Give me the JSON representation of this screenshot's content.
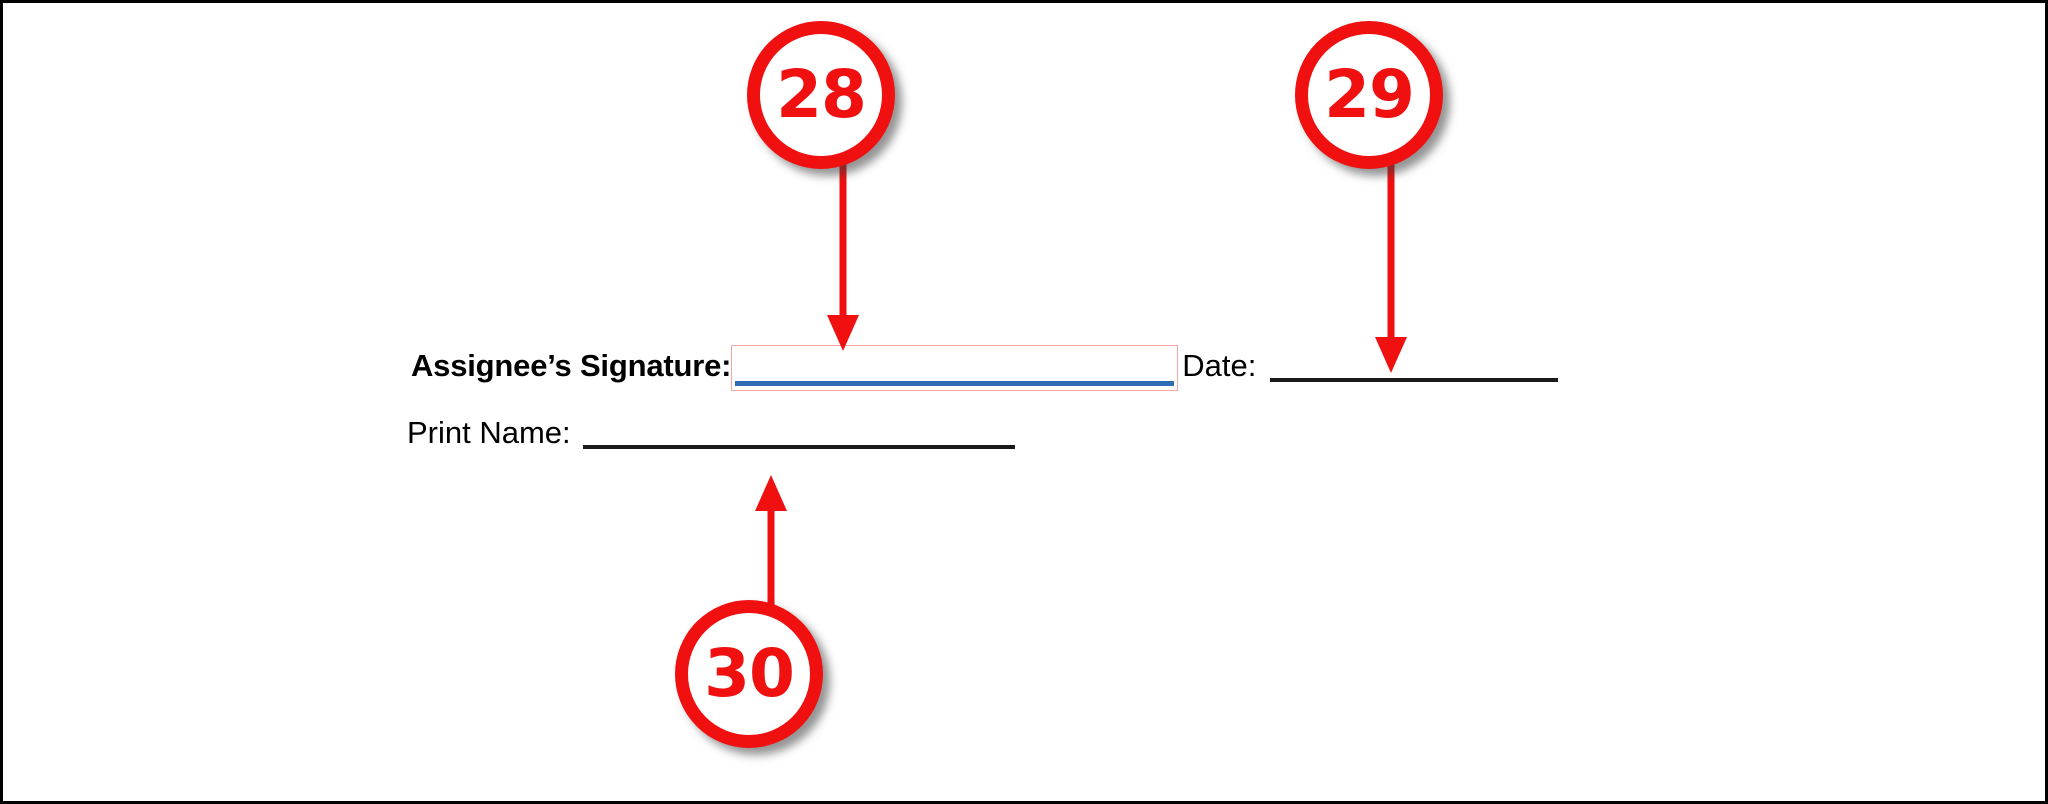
{
  "page": {
    "title": "Assignee Signature Block",
    "background_color": "#FFFFFF",
    "border_color": "#000000"
  },
  "colors": {
    "callout_red": "#F01010",
    "signature_box_border": "#F4A6A0",
    "signature_underline_blue": "#2E6DB4",
    "rule_black": "#1A1A1A",
    "text_black": "#000000"
  },
  "form": {
    "signature_label": "Assignee’s Signature:",
    "signature_value": "",
    "signature_placeholder": "",
    "date_label": "Date:",
    "date_value": "",
    "print_name_label": "Print Name:",
    "print_name_value": ""
  },
  "callouts": [
    {
      "number": "28",
      "target": "assignee-signature-field",
      "arrow_direction": "down"
    },
    {
      "number": "29",
      "target": "date-field",
      "arrow_direction": "down"
    },
    {
      "number": "30",
      "target": "print-name-field",
      "arrow_direction": "up"
    }
  ]
}
